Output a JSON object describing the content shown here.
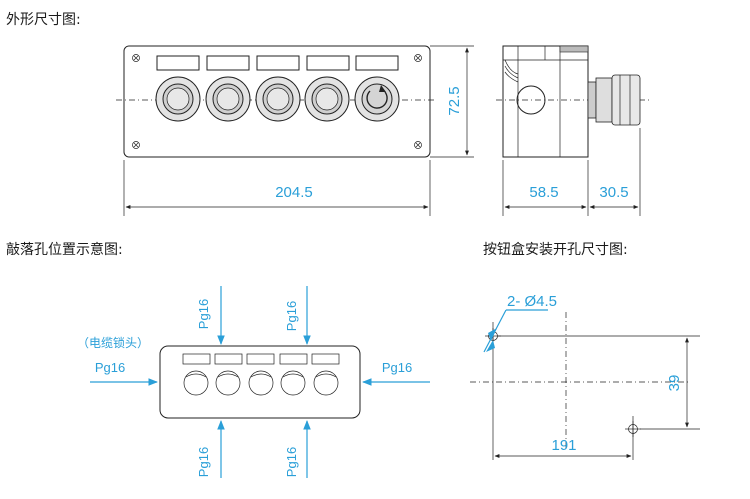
{
  "titles": {
    "outline": "外形尺寸图:",
    "knockout": "敲落孔位置示意图:",
    "mounting": "按钮盒安装开孔尺寸图:"
  },
  "dimensions": {
    "width": "204.5",
    "height": "72.5",
    "depth": "58.5",
    "button_depth": "30.5",
    "hole_spacing_h": "191",
    "hole_spacing_v": "39",
    "hole_spec": "2- Ø4.5"
  },
  "knockout": {
    "cable_lock": "（电缆锁头）",
    "top_left": "Pg16",
    "top_right": "Pg16",
    "left": "Pg16",
    "right": "Pg16",
    "bottom_left": "Pg16",
    "bottom_right": "Pg16"
  },
  "colors": {
    "dimension_text": "#2a9fd8",
    "line": "#222222"
  }
}
